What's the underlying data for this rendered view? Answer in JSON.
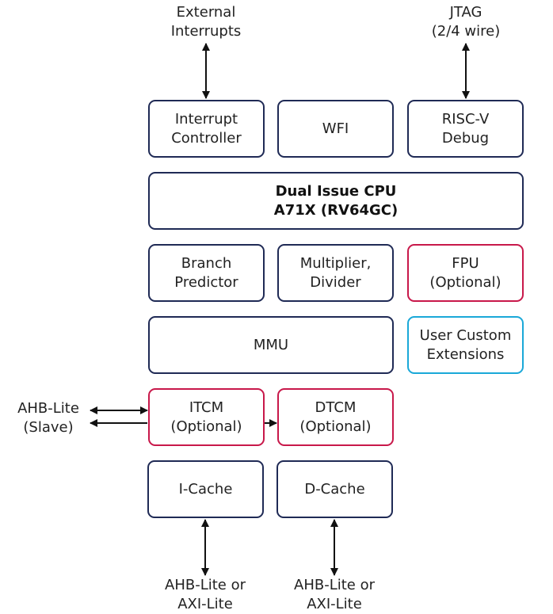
{
  "external_labels": {
    "external_interrupts": [
      "External",
      "Interrupts"
    ],
    "jtag": [
      "JTAG",
      "(2/4 wire)"
    ],
    "ahb_slave": [
      "AHB-Lite",
      "(Slave)"
    ],
    "icache_bus": [
      "AHB-Lite or",
      "AXI-Lite"
    ],
    "dcache_bus": [
      "AHB-Lite or",
      "AXI-Lite"
    ]
  },
  "blocks": {
    "interrupt_controller": [
      "Interrupt",
      "Controller"
    ],
    "wfi": [
      "WFI"
    ],
    "riscv_debug": [
      "RISC-V",
      "Debug"
    ],
    "cpu": [
      "Dual Issue CPU",
      "A71X (RV64GC)"
    ],
    "branch_predictor": [
      "Branch",
      "Predictor"
    ],
    "multiplier_divider": [
      "Multiplier,",
      "Divider"
    ],
    "fpu": [
      "FPU",
      "(Optional)"
    ],
    "mmu": [
      "MMU"
    ],
    "user_custom_extensions": [
      "User Custom",
      "Extensions"
    ],
    "itcm": [
      "ITCM",
      "(Optional)"
    ],
    "dtcm": [
      "DTCM",
      "(Optional)"
    ],
    "icache": [
      "I-Cache"
    ],
    "dcache": [
      "D-Cache"
    ]
  },
  "colors": {
    "core_border": "#1f2a55",
    "optional_border": "#c8184a",
    "custom_border": "#1aa8d8",
    "arrow": "#111111"
  }
}
